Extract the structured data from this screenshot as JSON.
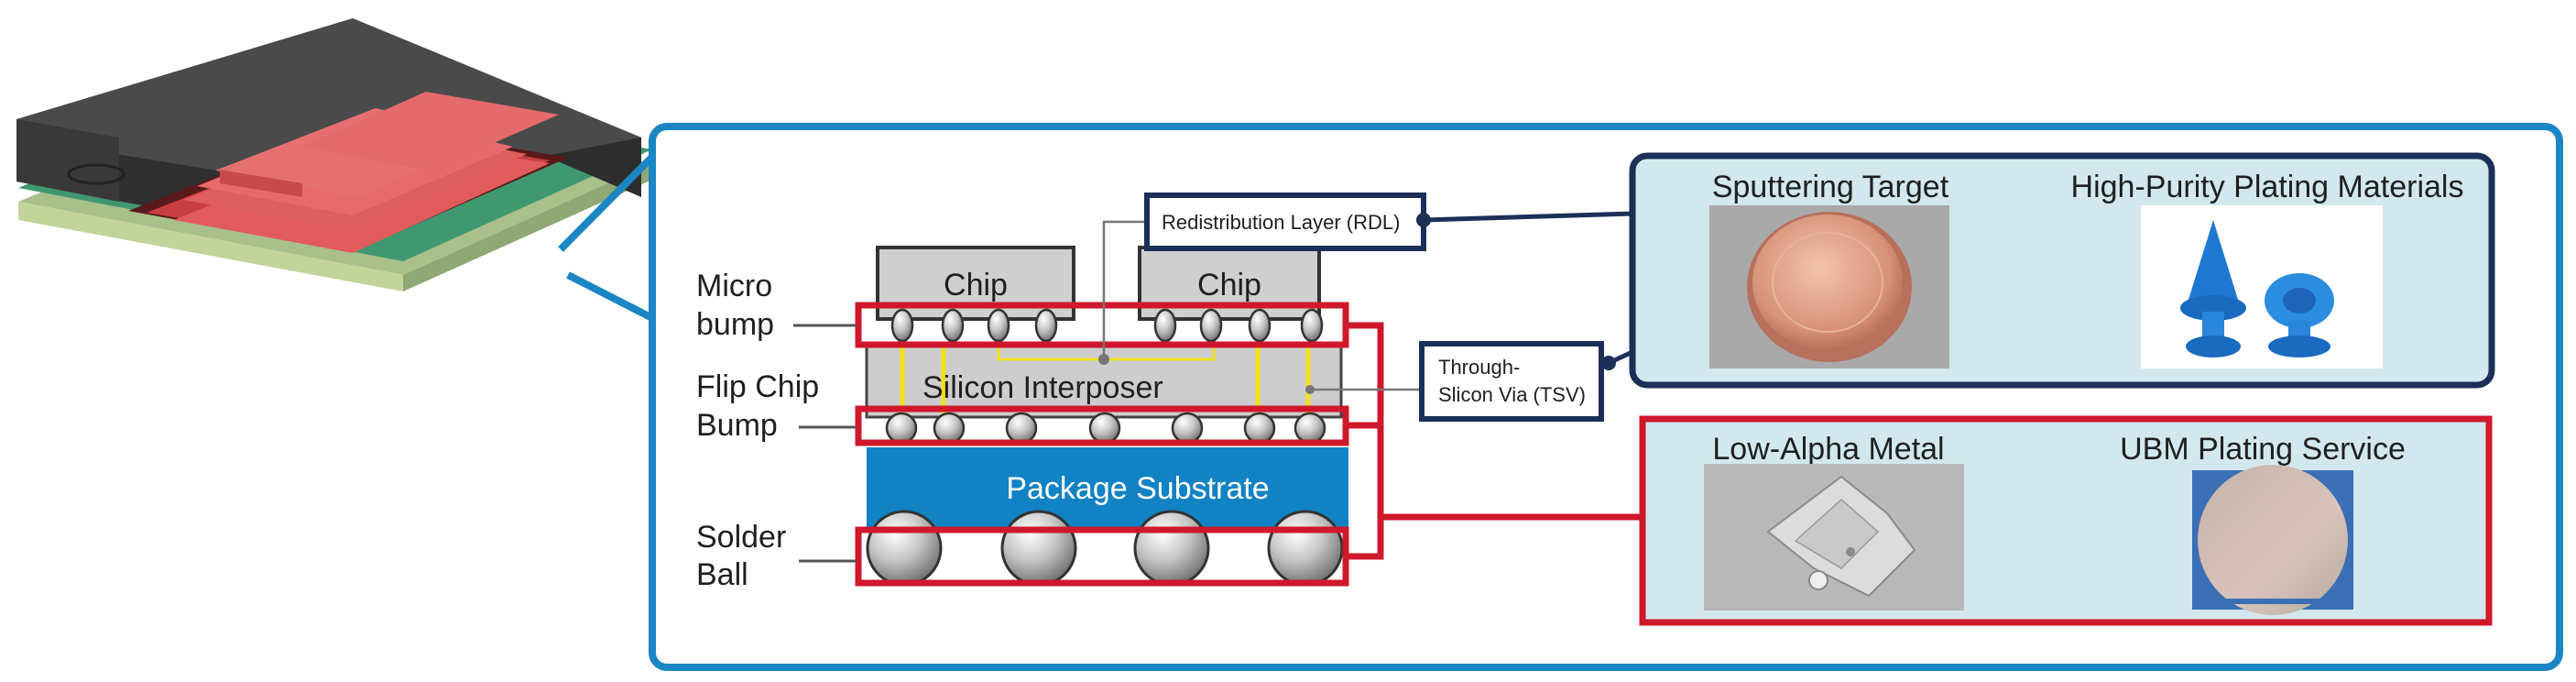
{
  "labels": {
    "chip_left": "Chip",
    "chip_right": "Chip",
    "interposer": "Silicon Interposer",
    "substrate": "Package Substrate",
    "micro_bump_line1": "Micro",
    "micro_bump_line2": "bump",
    "flip_chip_line1": "Flip Chip",
    "flip_chip_line2": "Bump",
    "solder_line1": "Solder",
    "solder_line2": "Ball",
    "rdl": "Redistribution Layer (RDL)",
    "tsv_line1": "Through-",
    "tsv_line2": "Slicon Via (TSV)"
  },
  "materials_top": {
    "item1": "Sputtering Target",
    "item2": "High-Purity Plating Materials"
  },
  "materials_bottom": {
    "item1": "Low-Alpha Metal",
    "item2": "UBM Plating Service"
  },
  "colors": {
    "frame_blue": "#1b86c4",
    "navy": "#1c2f57",
    "highlight_red": "#d0182c",
    "panel_fill": "#d2e8ee",
    "substrate_blue": "#1182c4",
    "tsv_yellow": "#f2e21a"
  }
}
